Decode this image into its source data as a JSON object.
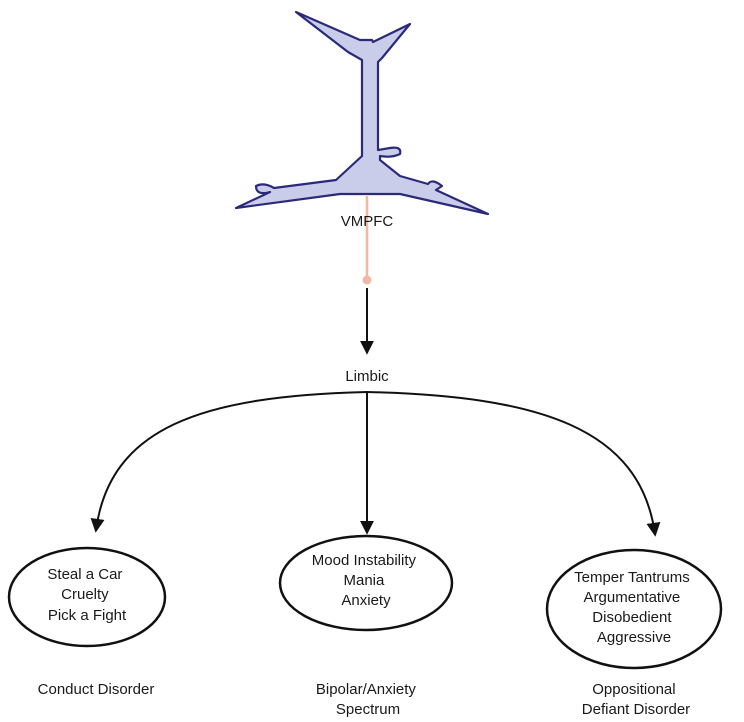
{
  "colors": {
    "neuron_fill": "#c9cdea",
    "neuron_stroke": "#2b2a7a",
    "axon": "#f2b8a6",
    "arrow": "#111111",
    "ellipse_stroke": "#111111"
  },
  "icons": {
    "neuron": "pyramidal-neuron-icon"
  },
  "vmpfc_label": "VMPFC",
  "limbic_label": "Limbic",
  "nodes": [
    {
      "lines": [
        "Steal a Car",
        "Cruelty",
        "Pick a Fight"
      ],
      "caption": [
        "Conduct Disorder"
      ]
    },
    {
      "lines": [
        "Mood Instability",
        "Mania",
        "Anxiety"
      ],
      "caption": [
        "Bipolar/Anxiety",
        "Spectrum"
      ]
    },
    {
      "lines": [
        "Temper Tantrums",
        "Argumentative",
        "Disobedient",
        "Aggressive"
      ],
      "caption": [
        "Oppositional",
        "Defiant Disorder"
      ]
    }
  ]
}
